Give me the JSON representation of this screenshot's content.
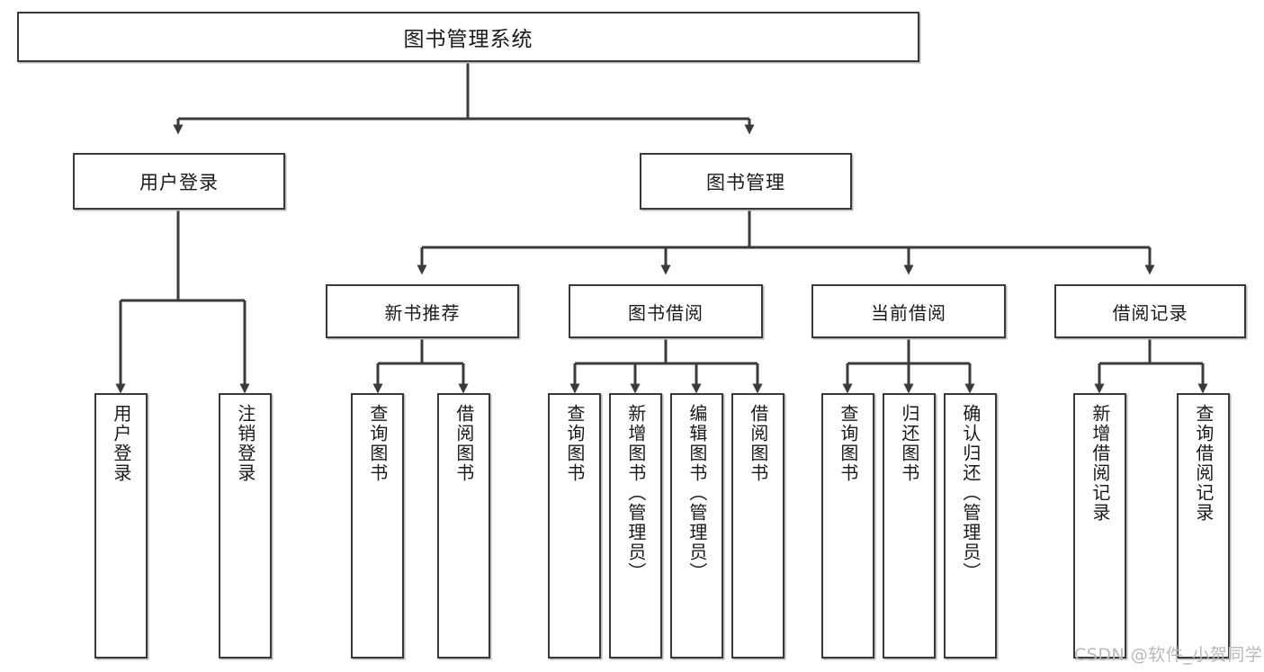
{
  "diagram": {
    "title": "图书管理系统",
    "watermark": "CSDN @软件_小贺同学",
    "colors": {
      "box_border": "#3a3a3a",
      "box_fill": "#ffffff",
      "line": "#3a3a3a",
      "text": "#1a1a1a",
      "watermark": "#b9b9b9",
      "background": "#ffffff"
    },
    "root": {
      "label": "图书管理系统"
    },
    "level2": [
      {
        "label": "用户登录"
      },
      {
        "label": "图书管理"
      }
    ],
    "level3": [
      {
        "label": "新书推荐"
      },
      {
        "label": "图书借阅"
      },
      {
        "label": "当前借阅"
      },
      {
        "label": "借阅记录"
      }
    ],
    "leaves": {
      "user_login": [
        {
          "label": "用户登录"
        },
        {
          "label": "注销登录"
        }
      ],
      "new_book_recommend": [
        {
          "label": "查询图书"
        },
        {
          "label": "借阅图书"
        }
      ],
      "book_borrow": [
        {
          "label": "查询图书"
        },
        {
          "label": "新增图书（管理员）"
        },
        {
          "label": "编辑图书（管理员）"
        },
        {
          "label": "借阅图书"
        }
      ],
      "current_borrow": [
        {
          "label": "查询图书"
        },
        {
          "label": "归还图书"
        },
        {
          "label": "确认归还（管理员）"
        }
      ],
      "borrow_record": [
        {
          "label": "新增借阅记录"
        },
        {
          "label": "查询借阅记录"
        }
      ]
    }
  }
}
